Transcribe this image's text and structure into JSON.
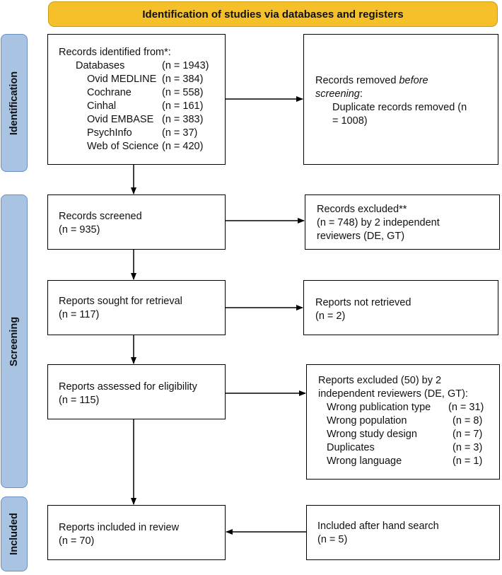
{
  "header": {
    "title": "Identification of studies via databases and registers"
  },
  "phases": {
    "identification": "Identification",
    "screening": "Screening",
    "included": "Included"
  },
  "identified": {
    "title": "Records identified from*:",
    "databases_label": "Databases",
    "databases_count": "(n = 1943)",
    "sources": [
      {
        "name": "Ovid MEDLINE",
        "count": "(n = 384)"
      },
      {
        "name": "Cochrane",
        "count": "(n = 558)"
      },
      {
        "name": "Cinhal",
        "count": "(n = 161)"
      },
      {
        "name": "Ovid EMBASE",
        "count": "(n = 383)"
      },
      {
        "name": "PsychInfo",
        "count": "(n = 37)"
      },
      {
        "name": "Web of Science",
        "count": "(n = 420)"
      }
    ]
  },
  "removed": {
    "line1": "Records removed ",
    "line1_em": "before",
    "line2_em": "screening",
    "line2": ":",
    "line3": "Duplicate records removed (n",
    "line4": "= 1008)"
  },
  "screened": {
    "title": "Records screened",
    "n": "(n = 935)"
  },
  "excluded": {
    "line1": "Records excluded**",
    "line2": "(n = 748) by 2 independent",
    "line3": "reviewers (DE, GT)"
  },
  "sought": {
    "title": "Reports sought for retrieval",
    "n": "(n = 117)"
  },
  "not_retrieved": {
    "title": "Reports not retrieved",
    "n": "(n = 2)"
  },
  "assessed": {
    "title": "Reports assessed for eligibility",
    "n": "(n = 115)"
  },
  "reports_excluded": {
    "line1": "Reports excluded (50) by 2",
    "line2": "independent reviewers (DE, GT):",
    "reasons": [
      {
        "reason": "Wrong publication type",
        "count": "(n = 31)"
      },
      {
        "reason": "Wrong population",
        "count": "(n = 8)"
      },
      {
        "reason": "Wrong study design",
        "count": "(n = 7)"
      },
      {
        "reason": "Duplicates",
        "count": "(n = 3)"
      },
      {
        "reason": "Wrong language",
        "count": "(n = 1)"
      }
    ]
  },
  "included": {
    "title": "Reports included in review",
    "n": "(n = 70)"
  },
  "hand_search": {
    "title": "Included after hand search",
    "n": "(n = 5)"
  }
}
